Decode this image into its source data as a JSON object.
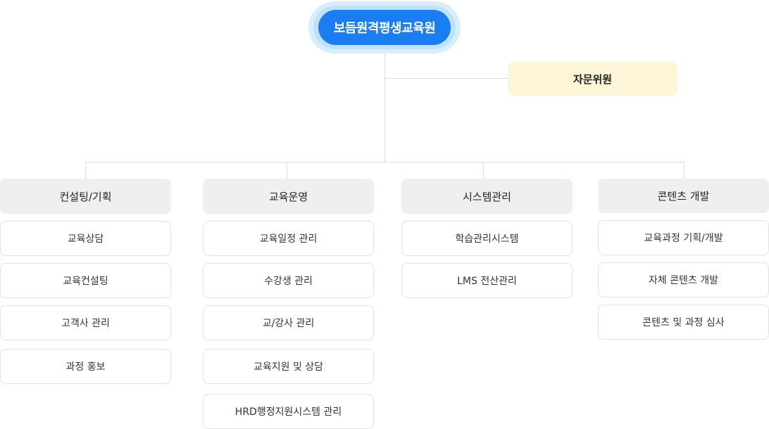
{
  "root": {
    "label": "보듬원격평생교육원"
  },
  "advisory": {
    "label": "자문위원"
  },
  "departments": [
    {
      "label": "컨설팅/기획",
      "items": [
        "교육상담",
        "교육컨설팅",
        "고객사 관리",
        "과정 홍보"
      ]
    },
    {
      "label": "교육운영",
      "items": [
        "교육일정 관리",
        "수강생 관리",
        "교/강사 관리",
        "교육지원 및 상담",
        "HRD행정지원시스템 관리"
      ]
    },
    {
      "label": "시스템관리",
      "items": [
        "학습관리시스템",
        "LMS 전산관리"
      ]
    },
    {
      "label": "콘텐츠 개발",
      "items": [
        "교육과정 기획/개발",
        "자체 콘텐츠 개발",
        "콘텐츠 및 과정 심사"
      ]
    }
  ]
}
